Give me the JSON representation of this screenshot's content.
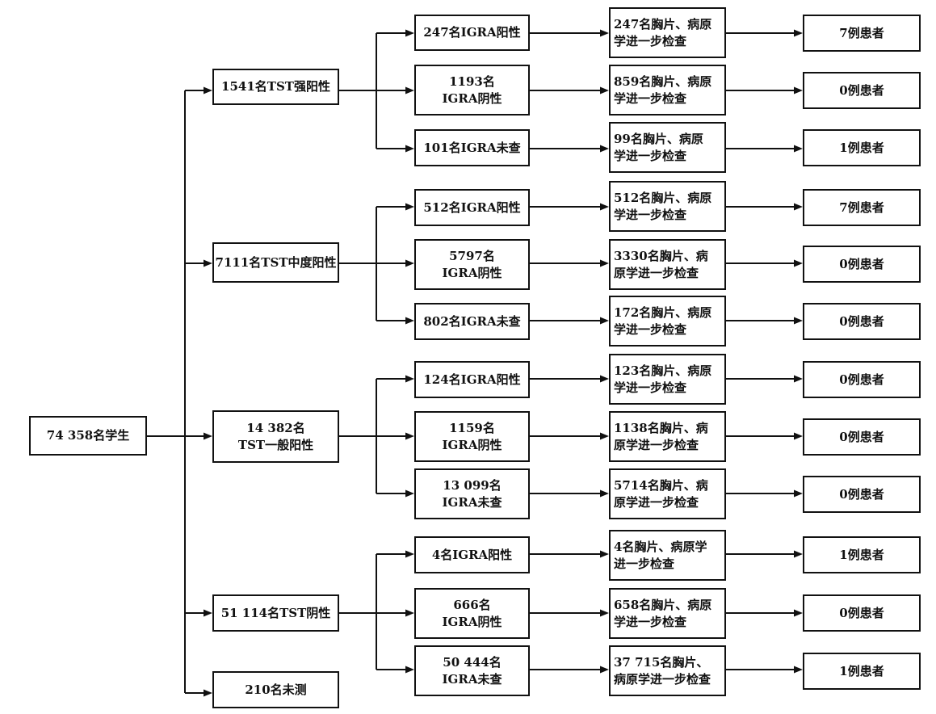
{
  "root": "74 358名学生",
  "groups": [
    {
      "label": "1541名TST强阳性",
      "branches": [
        {
          "igra": "247名IGRA阳性",
          "exam": "247名胸片、病原\n学进一步检查",
          "result": "7例患者"
        },
        {
          "igra": "1193名\nIGRA阴性",
          "exam": "859名胸片、病原\n学进一步检查",
          "result": "0例患者"
        },
        {
          "igra": "101名IGRA未查",
          "exam": "99名胸片、病原\n学进一步检查",
          "result": "1例患者"
        }
      ]
    },
    {
      "label": "7111名TST中度阳性",
      "branches": [
        {
          "igra": "512名IGRA阳性",
          "exam": "512名胸片、病原\n学进一步检查",
          "result": "7例患者"
        },
        {
          "igra": "5797名\nIGRA阴性",
          "exam": "3330名胸片、病\n原学进一步检查",
          "result": "0例患者"
        },
        {
          "igra": "802名IGRA未查",
          "exam": "172名胸片、病原\n学进一步检查",
          "result": "0例患者"
        }
      ]
    },
    {
      "label": "14 382名\nTST一般阳性",
      "branches": [
        {
          "igra": "124名IGRA阳性",
          "exam": "123名胸片、病原\n学进一步检查",
          "result": "0例患者"
        },
        {
          "igra": "1159名\nIGRA阴性",
          "exam": "1138名胸片、病\n原学进一步检查",
          "result": "0例患者"
        },
        {
          "igra": "13 099名\nIGRA未查",
          "exam": "5714名胸片、病\n原学进一步检查",
          "result": "0例患者"
        }
      ]
    },
    {
      "label": "51 114名TST阴性",
      "branches": [
        {
          "igra": "4名IGRA阳性",
          "exam": "4名胸片、病原学\n进一步检查",
          "result": "1例患者"
        },
        {
          "igra": "666名\nIGRA阴性",
          "exam": "658名胸片、病原\n学进一步检查",
          "result": "0例患者"
        },
        {
          "igra": "50 444名\nIGRA未查",
          "exam": "37 715名胸片、\n病原学进一步检查",
          "result": "1例患者"
        }
      ]
    }
  ],
  "untested": "210名未测"
}
